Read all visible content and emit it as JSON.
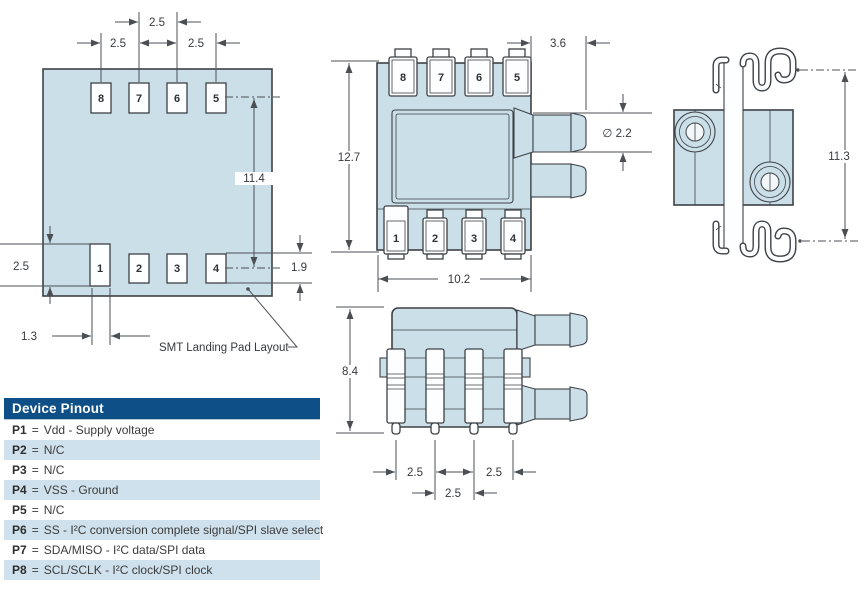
{
  "landing_pad_view": {
    "label": "SMT Landing Pad Layout",
    "pads_top": [
      "8",
      "7",
      "6",
      "5"
    ],
    "pads_bottom": [
      "1",
      "2",
      "3",
      "4"
    ],
    "dims": {
      "pitch_a": "2.5",
      "pitch_b": "2.5",
      "pitch_c": "2.5",
      "row_spacing": "11.4",
      "pad1_height": "2.5",
      "pad4_height": "1.9",
      "pad_width": "1.3"
    }
  },
  "front_view": {
    "pins_top": [
      "8",
      "7",
      "6",
      "5"
    ],
    "pins_bottom": [
      "1",
      "2",
      "3",
      "4"
    ],
    "dims": {
      "height": "12.7",
      "width": "10.2",
      "port_length": "3.6",
      "port_diameter": "∅ 2.2"
    }
  },
  "side_view": {
    "dims": {
      "height": "11.3"
    }
  },
  "top_view": {
    "dims": {
      "depth": "8.4",
      "pitch_a": "2.5",
      "pitch_b": "2.5",
      "pitch_c": "2.5"
    }
  },
  "pinout": {
    "title": "Device Pinout",
    "separator": "=",
    "rows": [
      {
        "pin": "P1",
        "desc": "Vdd - Supply voltage"
      },
      {
        "pin": "P2",
        "desc": "N/C"
      },
      {
        "pin": "P3",
        "desc": "N/C"
      },
      {
        "pin": "P4",
        "desc": "VSS - Ground"
      },
      {
        "pin": "P5",
        "desc": "N/C"
      },
      {
        "pin": "P6",
        "desc": "SS - I²C conversion complete signal/SPI slave select"
      },
      {
        "pin": "P7",
        "desc": "SDA/MISO - I²C data/SPI data"
      },
      {
        "pin": "P8",
        "desc": "SCL/SCLK - I²C clock/SPI clock"
      }
    ]
  },
  "colors": {
    "body_fill": "#cbdfe9",
    "outline": "#3d4145",
    "dim_line": "#4b4f54",
    "header_bg": "#0e4f88",
    "header_text": "#ffffff",
    "row_alt_bg": "#cfe1ec",
    "text": "#3b3b3b"
  }
}
